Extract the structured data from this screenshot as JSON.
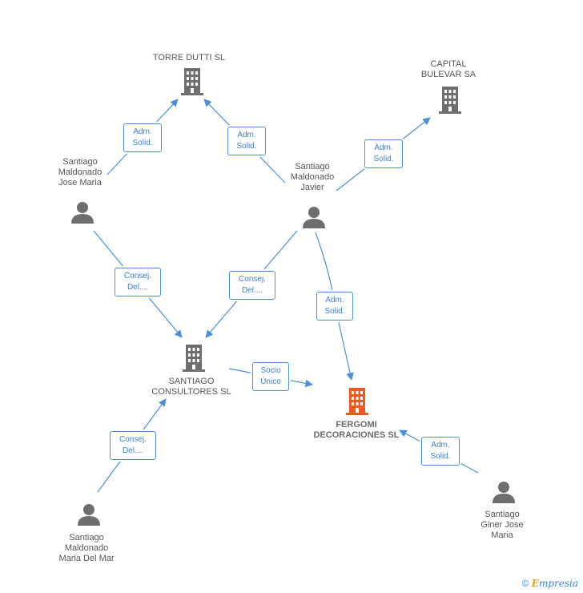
{
  "colors": {
    "edge": "#4a90d9",
    "company": "#6e6e6e",
    "focus_company": "#f05a22",
    "person": "#6e6e6e"
  },
  "nodes": {
    "torre_dutti": {
      "label": "TORRE DUTTI SL",
      "icon": "building-icon"
    },
    "capital_bulevar": {
      "label": "CAPITAL\nBULEVAR SA",
      "icon": "building-icon"
    },
    "santiago_jose_maria": {
      "label": "Santiago\nMaldonado\nJose Maria",
      "icon": "person-icon"
    },
    "santiago_javier": {
      "label": "Santiago\nMaldonado\nJavier",
      "icon": "person-icon"
    },
    "santiago_consultores": {
      "label": "SANTIAGO\nCONSULTORES SL",
      "icon": "building-icon"
    },
    "fergomi": {
      "label": "FERGOMI\nDECORACIONES SL",
      "icon": "building-icon"
    },
    "santiago_maria_del_mar": {
      "label": "Santiago\nMaldonado\nMaria Del Mar",
      "icon": "person-icon"
    },
    "santiago_giner": {
      "label": "Santiago\nGiner Jose\nMaria",
      "icon": "person-icon"
    }
  },
  "relations": {
    "r1": "Adm.\nSolid.",
    "r2": "Adm.\nSolid.",
    "r3": "Adm.\nSolid.",
    "r4": "Consej.\nDel....",
    "r5": "Consej.\nDel....",
    "r6": "Adm.\nSolid.",
    "r7": "Socio\nÚnico",
    "r8": "Consej.\nDel....",
    "r9": "Adm.\nSolid."
  },
  "footer": {
    "copyright": "©",
    "brand_e": "E",
    "brand_rest": "mpresia"
  }
}
